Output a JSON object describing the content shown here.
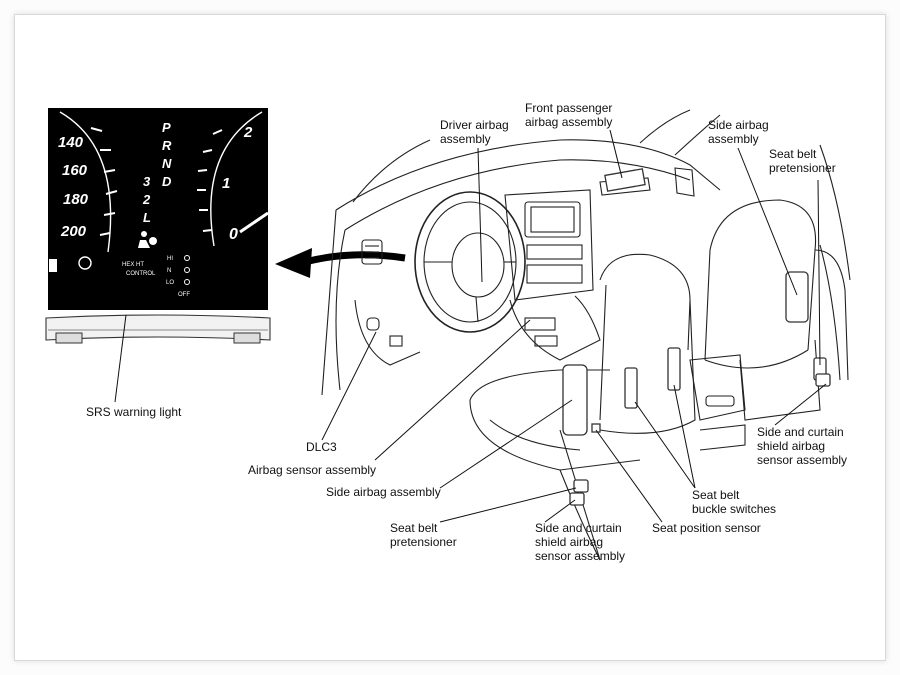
{
  "colors": {
    "cluster_bg": "#000000",
    "line": "#222222",
    "paper": "#ffffff"
  },
  "cluster": {
    "speeds": [
      "140",
      "160",
      "180",
      "200"
    ],
    "gears": [
      "P",
      "R",
      "N",
      "D",
      "3",
      "2",
      "L"
    ],
    "rpm": [
      "2",
      "1",
      "0"
    ],
    "hi_label": "HI",
    "n_label": "N",
    "lo_label": "LO",
    "off_label": "OFF",
    "hex_label": "HEX HT",
    "control_label": "CONTROL",
    "airbag_icon": "airbag-warning-icon"
  },
  "labels": {
    "driver_airbag": [
      "Driver airbag",
      "assembly"
    ],
    "front_passenger": [
      "Front passenger",
      "airbag assembly"
    ],
    "side_airbag_top": [
      "Side airbag",
      "assembly"
    ],
    "seat_belt_pret_right": [
      "Seat belt",
      "pretensioner"
    ],
    "srs_warning": "SRS warning light",
    "dlc3": "DLC3",
    "airbag_sensor": "Airbag sensor assembly",
    "side_airbag_bottom": "Side airbag assembly",
    "side_curtain_right": [
      "Side and curtain",
      "shield airbag",
      "sensor assembly"
    ],
    "buckle_switches": [
      "Seat belt",
      "buckle switches"
    ],
    "seat_position": "Seat position sensor",
    "seat_belt_pret_bottom": [
      "Seat belt",
      "pretensioner"
    ],
    "side_curtain_bottom": [
      "Side and curtain",
      "shield airbag",
      "sensor assembly"
    ]
  }
}
